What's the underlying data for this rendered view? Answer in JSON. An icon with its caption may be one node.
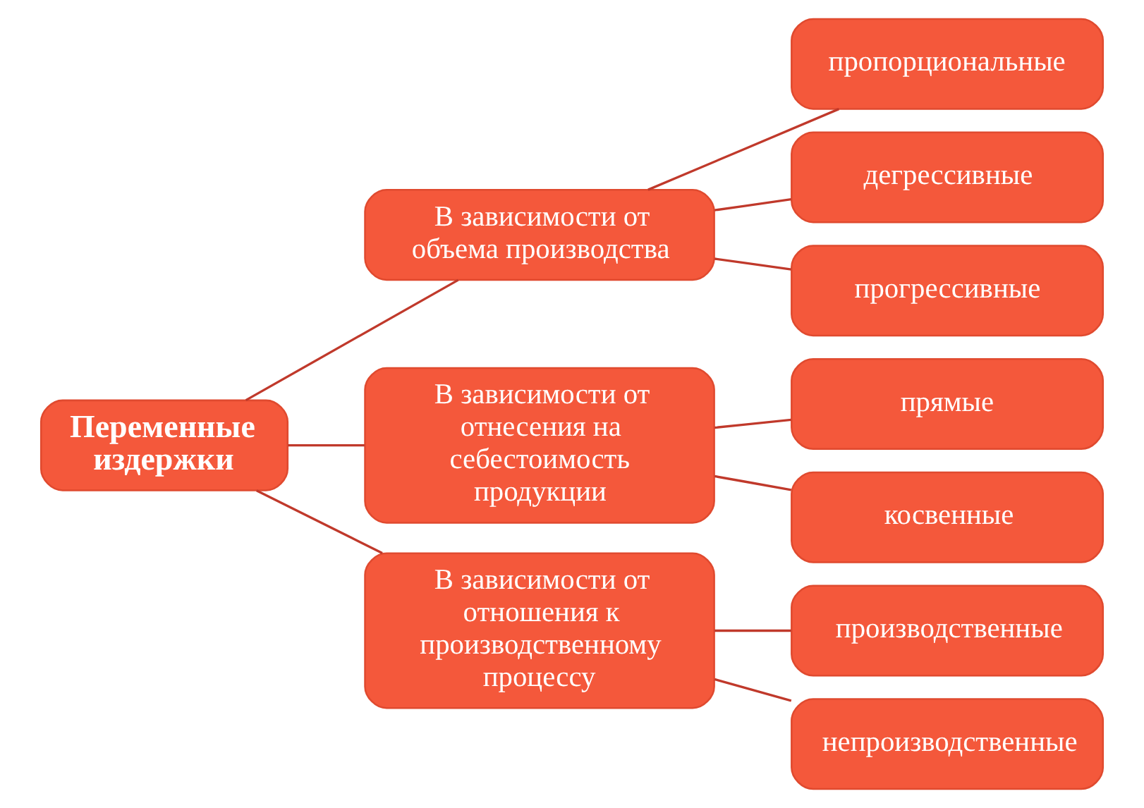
{
  "diagram": {
    "nodes": [
      {
        "text": [
          "Переменные издержки"
        ]
      },
      {
        "text": [
          "В зависимости от объема производства"
        ]
      },
      {
        "text": [
          "пропорциональные"
        ]
      },
      {
        "text": [
          "дегрессивные"
        ]
      },
      {
        "text": [
          "прогрессивные"
        ]
      },
      {
        "text": [
          "В зависимости от отнесения на себестоимость продукции"
        ]
      },
      {
        "text": [
          "прямые"
        ]
      },
      {
        "text": [
          "косвенные"
        ]
      },
      {
        "text": [
          "В зависимости от отношения к производственному процессу"
        ]
      },
      {
        "text": [
          "производственные"
        ]
      },
      {
        "text": [
          "непроизводственные"
        ]
      }
    ],
    "edges": [
      {
        "from": 0,
        "to": 1,
        "arrow": "none"
      },
      {
        "from": 0,
        "to": 5,
        "arrow": "none"
      },
      {
        "from": 0,
        "to": 8,
        "arrow": "none"
      },
      {
        "from": 1,
        "to": 2,
        "arrow": "none"
      },
      {
        "from": 1,
        "to": 3,
        "arrow": "none"
      },
      {
        "from": 1,
        "to": 4,
        "arrow": "none"
      },
      {
        "from": 5,
        "to": 6,
        "arrow": "none"
      },
      {
        "from": 5,
        "to": 7,
        "arrow": "none"
      },
      {
        "from": 8,
        "to": 9,
        "arrow": "none"
      },
      {
        "from": 8,
        "to": 10,
        "arrow": "none"
      }
    ]
  }
}
